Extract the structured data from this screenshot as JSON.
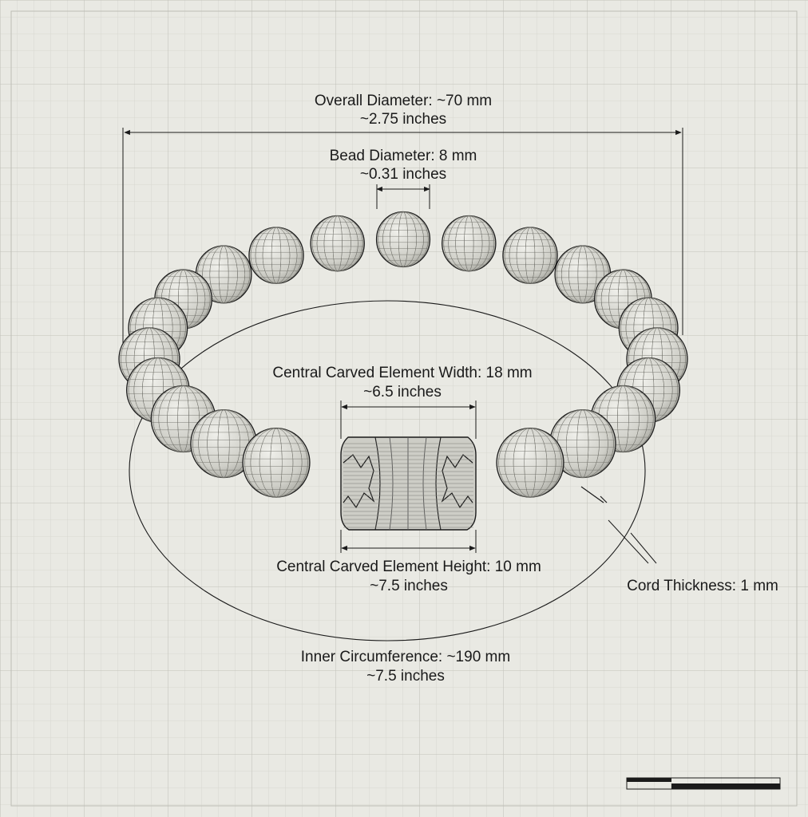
{
  "annotations": {
    "overall_diameter": {
      "line1": "Overall Diameter: ~70 mm",
      "line2": "~2.75 inches"
    },
    "bead_diameter": {
      "line1": "Bead Diameter: 8 mm",
      "line2": "~0.31 inches"
    },
    "central_width": {
      "line1": "Central Carved Element Width: 18 mm",
      "line2": "~6.5 inches"
    },
    "central_height": {
      "line1": "Central Carved Element Height: 10 mm",
      "line2": "~7.5 inches"
    },
    "cord_thickness": {
      "line1": "Cord Thickness: 1 mm"
    },
    "inner_circumference": {
      "line1": "Inner Circumference: ~190 mm",
      "line2": "~7.5 inches"
    }
  },
  "colors": {
    "background": "#e9e9e3",
    "grid": "#cfcfc8",
    "line": "#1a1a1a",
    "bead_fill": "#d6d6d0"
  }
}
